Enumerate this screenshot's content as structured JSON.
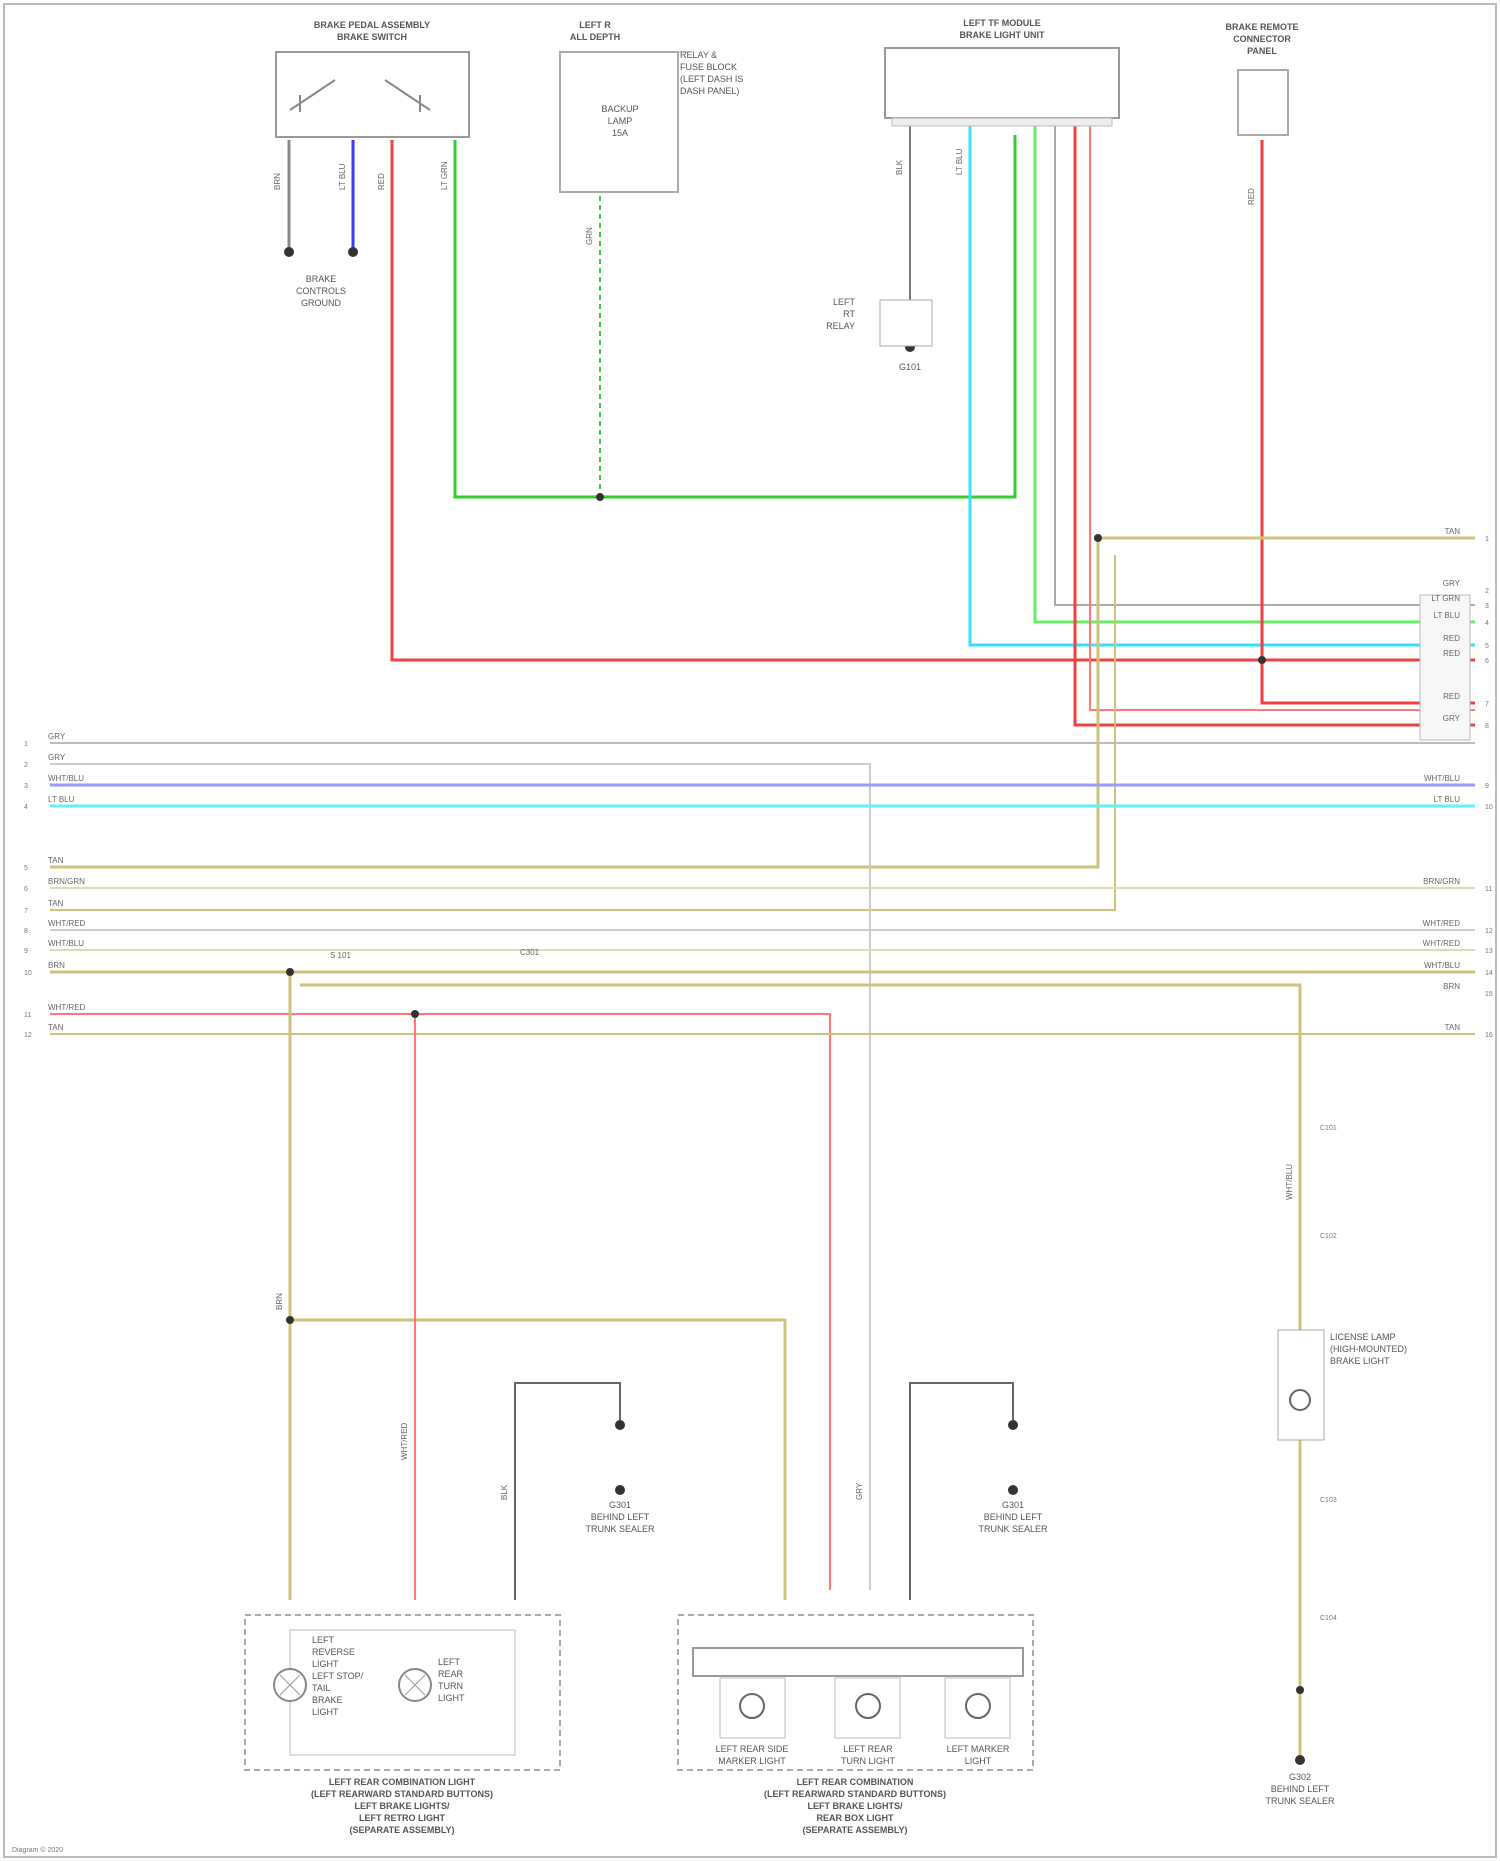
{
  "diagram_title": "",
  "palette": {
    "blue": "#3b3bff",
    "green": "#33cc33",
    "lightgreen": "#66ee66",
    "red": "#f04040",
    "lightred": "#ff5555",
    "cyan": "#33e0ff",
    "gray": "#999999",
    "darkgray": "#666666",
    "tan": "#cfc27a",
    "purple": "#9999ff",
    "lightcyan": "#66f0ff",
    "paleblue": "#c8d8f0",
    "pink": "#ff7777"
  },
  "components": {
    "brake_switch": [
      "BRAKE PEDAL ASSEMBLY",
      "BRAKE SWITCH"
    ],
    "brake_switch_ground": [
      "BRAKE",
      "CONTROLS",
      "GROUND"
    ],
    "fuse_panel": [
      "LEFT R",
      "ALL DEPTH"
    ],
    "fuse_panel_note": [
      "RELAY &",
      "FUSE BLOCK",
      "(LEFT DASH IS",
      "DASH PANEL)"
    ],
    "fuse_label": [
      "BACKUP",
      "LAMP",
      "15A"
    ],
    "body_module": [
      "LEFT TF MODULE",
      "BRAKE LIGHT UNIT"
    ],
    "body_ground": [
      "LEFT",
      "RT",
      "RELAY"
    ],
    "ground_g": "G101",
    "right_connector": [
      "BRAKE REMOTE",
      "CONNECTOR",
      "PANEL"
    ],
    "left_rear_lamp": [
      "LEFT",
      "REVERSE",
      "LIGHT",
      "LEFT STOP/",
      "TAIL",
      "BRAKE",
      "LIGHT"
    ],
    "left_turn_lamp": [
      "LEFT",
      "REAR",
      "TURN",
      "LIGHT"
    ],
    "left_lamp_assembly": [
      "LEFT REAR COMBINATION LIGHT",
      "(LEFT REARWARD STANDARD BUTTONS)",
      "LEFT BRAKE LIGHTS/",
      "LEFT RETRO LIGHT",
      "(SEPARATE ASSEMBLY)"
    ],
    "right_lamp_assembly": [
      "LEFT REAR COMBINATION",
      "(LEFT REARWARD STANDARD BUTTONS)",
      "LEFT BRAKE LIGHTS/",
      "REAR BOX LIGHT",
      "(SEPARATE ASSEMBLY)"
    ],
    "lamp_a": [
      "LEFT REAR SIDE",
      "MARKER LIGHT"
    ],
    "lamp_b": [
      "LEFT REAR",
      "TURN LIGHT"
    ],
    "lamp_c": [
      "LEFT MARKER",
      "LIGHT"
    ],
    "ground_left": [
      "G301",
      "BEHIND LEFT",
      "TRUNK SEALER"
    ],
    "ground_mid": [
      "G301",
      "BEHIND LEFT",
      "TRUNK SEALER"
    ],
    "license_lamp": [
      "LICENSE LAMP",
      "(HIGH-MOUNTED)",
      "BRAKE LIGHT"
    ],
    "ground_right": [
      "G302",
      "BEHIND LEFT",
      "TRUNK SEALER"
    ],
    "footer": "Diagram © 2020"
  },
  "right_labels": {
    "rows": [
      "TAN",
      "GRY",
      "LT GRN",
      "LT BLU",
      "RED",
      "RED",
      "RED",
      "GRY",
      "WHT/BLU",
      "LT BLU",
      "BRN/GRN",
      "WHT/RED",
      "WHT/RED",
      "WHT/BLU",
      "BRN",
      "TAN"
    ],
    "pins": [
      "1",
      "2",
      "3",
      "4",
      "5",
      "6",
      "7",
      "8",
      "9",
      "10",
      "11",
      "12",
      "13",
      "14",
      "15",
      "16"
    ]
  },
  "left_labels": {
    "rows": [
      "GRY",
      "GRY",
      "WHT/BLU",
      "LT BLU",
      "TAN",
      "BRN/GRN",
      "TAN",
      "WHT/RED",
      "WHT/BLU",
      "BRN",
      "WHT/RED",
      "TAN"
    ],
    "pins": [
      "1",
      "2",
      "3",
      "4",
      "5",
      "6",
      "7",
      "8",
      "9",
      "10",
      "11",
      "12"
    ]
  },
  "wire_labels": {
    "w1": "BRN",
    "w2": "LT BLU",
    "w3": "RED",
    "w4": "LT GRN",
    "w5": "GRN",
    "w6": "BLK",
    "w7": "LT BLU",
    "w8": "RED",
    "w9": "BRN",
    "w10": "WHT/RED",
    "w11": "GRY",
    "w12": "BLK",
    "w13": "WHT/BLU",
    "splice": "S 101",
    "connector_c": "C301"
  },
  "connector_ids": [
    "C101",
    "C102",
    "C103",
    "C104"
  ]
}
